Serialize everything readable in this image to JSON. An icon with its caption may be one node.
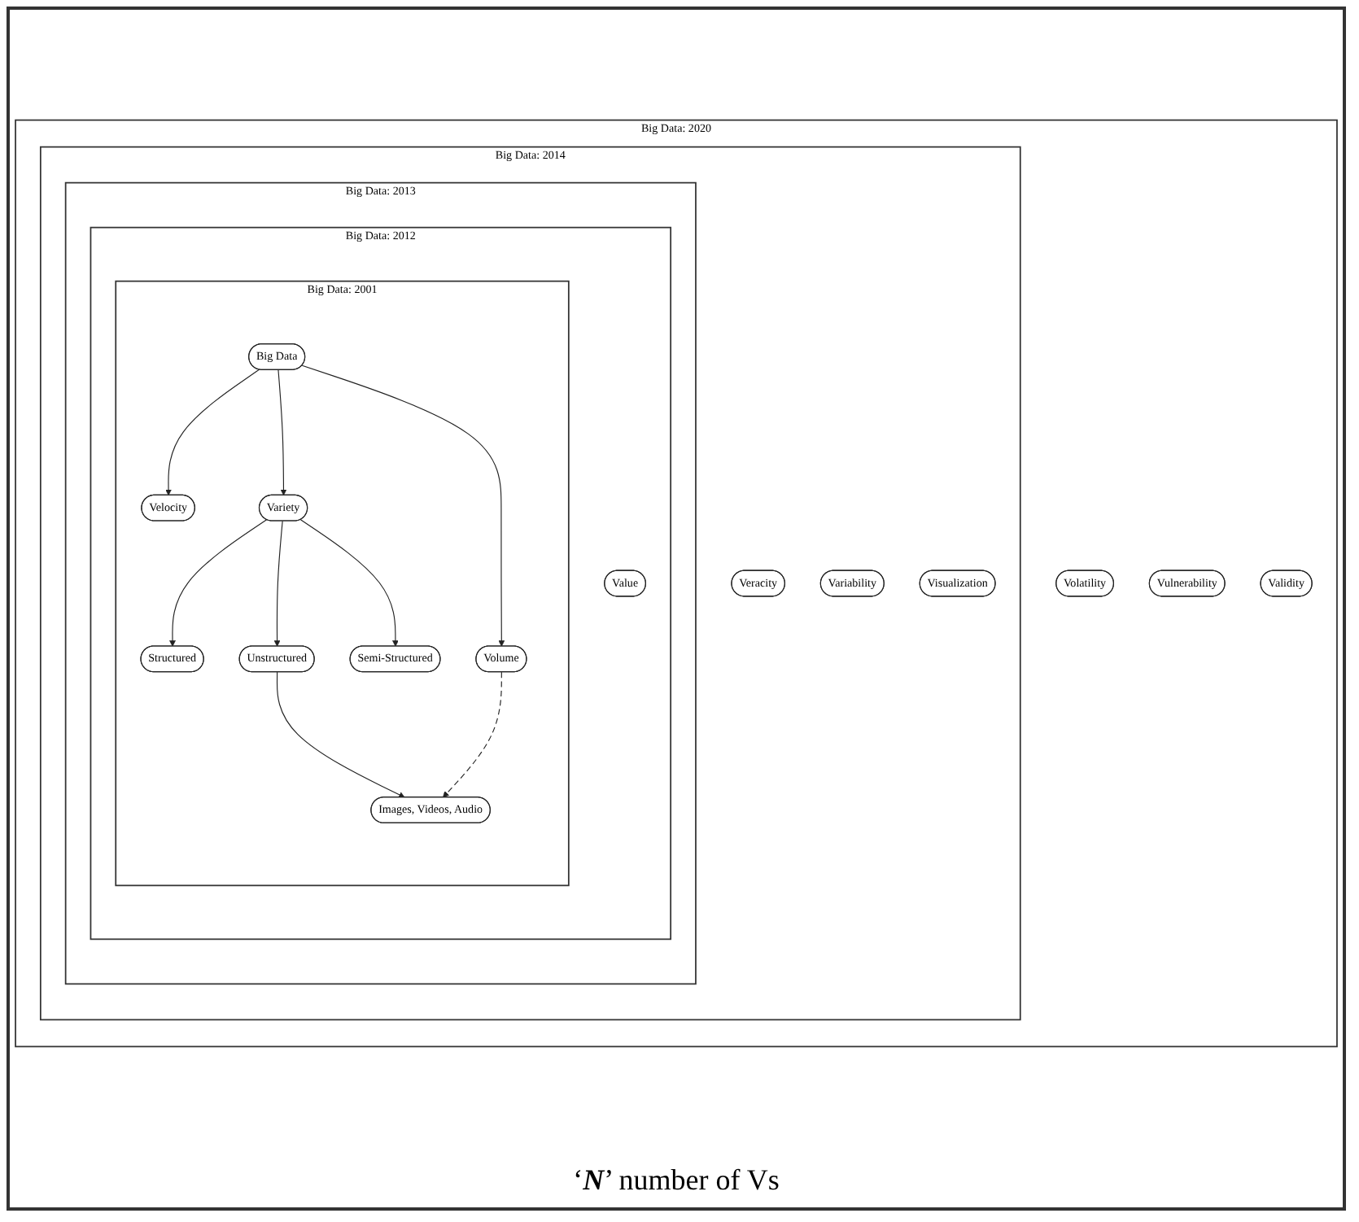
{
  "diagram": {
    "caption": "‘**N**’ number of Vs",
    "nodes": [
      {
        "text": [
          "Big Data: 2020"
        ]
      },
      {
        "text": [
          "Big Data: 2014"
        ],
        "in": 0
      },
      {
        "text": [
          "Big Data: 2013"
        ],
        "in": 1
      },
      {
        "text": [
          "Big Data: 2012"
        ],
        "in": 2
      },
      {
        "text": [
          "Big Data: 2001"
        ],
        "in": 3
      },
      {
        "text": [
          "Big Data"
        ],
        "in": 4
      },
      {
        "text": [
          "Velocity"
        ],
        "in": 4
      },
      {
        "text": [
          "Variety"
        ],
        "in": 4
      },
      {
        "text": [
          "Volume"
        ],
        "in": 4
      },
      {
        "text": [
          "Structured"
        ],
        "in": 4
      },
      {
        "text": [
          "Unstructured"
        ],
        "in": 4
      },
      {
        "text": [
          "Semi-Structured"
        ],
        "in": 4
      },
      {
        "text": [
          "Images, Videos, Audio"
        ],
        "in": 4
      },
      {
        "text": [
          "Value"
        ],
        "in": 3
      },
      {
        "text": [
          "Veracity"
        ],
        "in": 1
      },
      {
        "text": [
          "Variability"
        ],
        "in": 1
      },
      {
        "text": [
          "Visualization"
        ],
        "in": 1
      },
      {
        "text": [
          "Volatility"
        ],
        "in": 0
      },
      {
        "text": [
          "Vulnerability"
        ],
        "in": 0
      },
      {
        "text": [
          "Validity"
        ],
        "in": 0
      }
    ],
    "edges": [
      {
        "from": 5,
        "to": 6,
        "arrow": "to"
      },
      {
        "from": 5,
        "to": 7,
        "arrow": "to"
      },
      {
        "from": 5,
        "to": 8,
        "arrow": "to"
      },
      {
        "from": 7,
        "to": 9,
        "arrow": "to"
      },
      {
        "from": 7,
        "to": 10,
        "arrow": "to"
      },
      {
        "from": 7,
        "to": 11,
        "arrow": "to"
      },
      {
        "from": 10,
        "to": 12,
        "arrow": "to"
      },
      {
        "from": 8,
        "to": 12,
        "arrow": "to",
        "style": "dashed"
      }
    ]
  }
}
